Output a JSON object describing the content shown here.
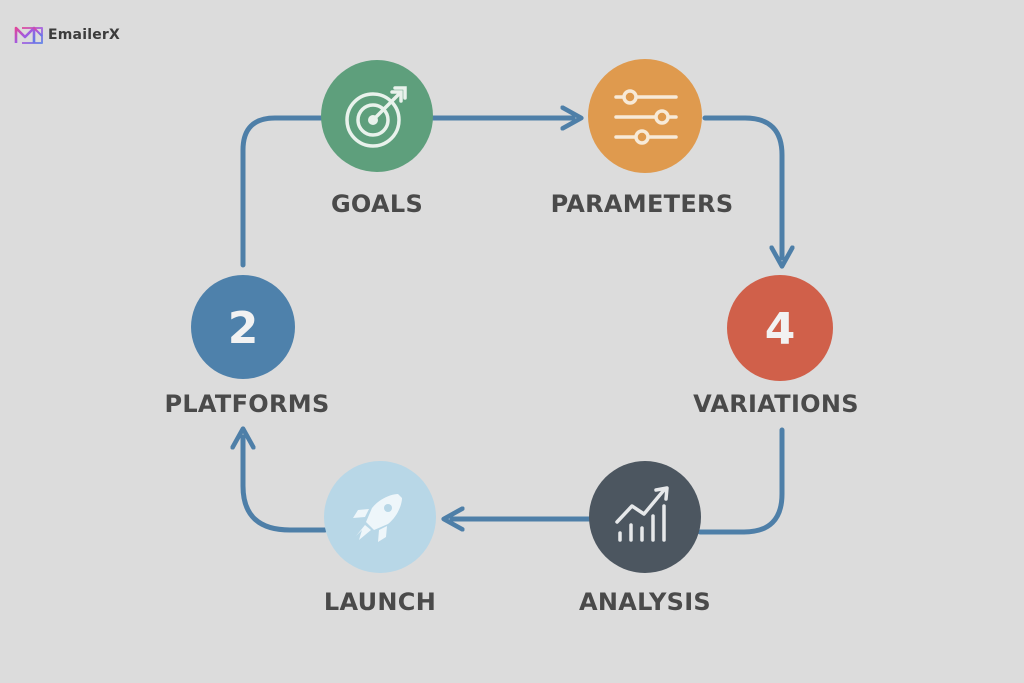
{
  "brand": {
    "name": "EmailerX",
    "icon": "m-envelope-logo"
  },
  "diagram": {
    "nodes": [
      {
        "id": "goals",
        "label": "GOALS",
        "icon": "target-arrow-icon",
        "color": "#5e9f7c"
      },
      {
        "id": "parameters",
        "label": "PARAMETERS",
        "icon": "sliders-icon",
        "color": "#df9a4e"
      },
      {
        "id": "variations",
        "label": "VARIATIONS",
        "number": "4",
        "color": "#d0604a"
      },
      {
        "id": "analysis",
        "label": "ANALYSIS",
        "icon": "growth-chart-icon",
        "color": "#4c5660"
      },
      {
        "id": "launch",
        "label": "LAUNCH",
        "icon": "rocket-icon",
        "color": "#b8d7e7"
      },
      {
        "id": "platforms",
        "label": "PLATFORMS",
        "number": "2",
        "color": "#4e81ab"
      }
    ],
    "connector_color": "#4e7fa8"
  }
}
